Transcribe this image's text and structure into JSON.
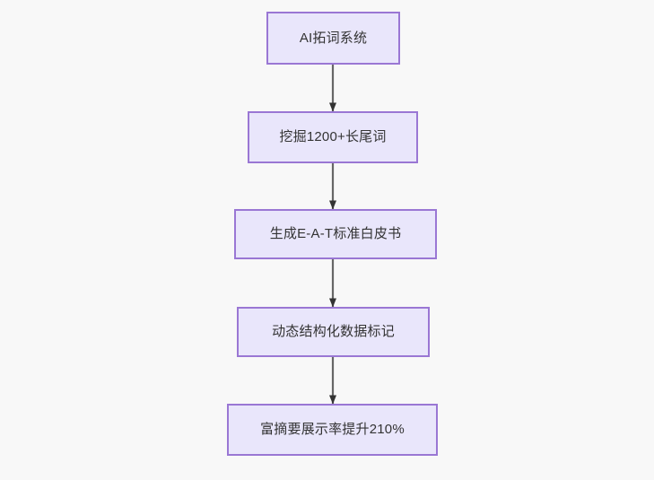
{
  "diagram": {
    "type": "flowchart",
    "direction": "top-to-bottom",
    "background_color": "#f8f8f8",
    "node_fill_color": "#e9e6fb",
    "node_border_color": "#9a77d4",
    "node_text_color": "#333333",
    "edge_color": "#666666",
    "arrowhead_color": "#333333",
    "nodes": [
      {
        "id": "n0",
        "label": "AI拓词系统"
      },
      {
        "id": "n1",
        "label": "挖掘1200+长尾词"
      },
      {
        "id": "n2",
        "label": "生成E-A-T标准白皮书"
      },
      {
        "id": "n3",
        "label": "动态结构化数据标记"
      },
      {
        "id": "n4",
        "label": "富摘要展示率提升210%"
      }
    ],
    "edges": [
      {
        "from": "n0",
        "to": "n1",
        "label": ""
      },
      {
        "from": "n1",
        "to": "n2",
        "label": ""
      },
      {
        "from": "n2",
        "to": "n3",
        "label": ""
      },
      {
        "from": "n3",
        "to": "n4",
        "label": ""
      }
    ]
  }
}
